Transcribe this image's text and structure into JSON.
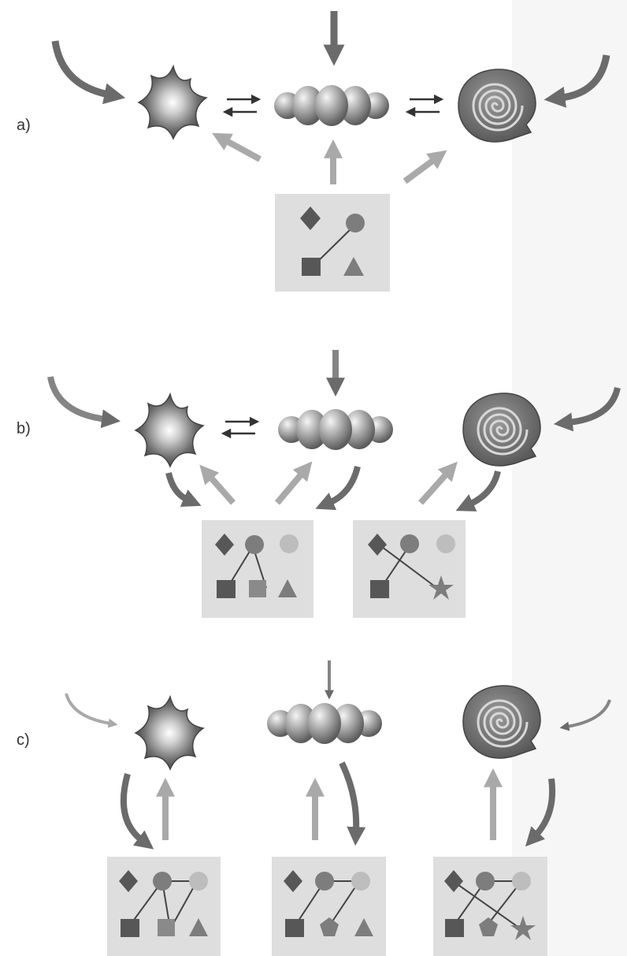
{
  "panels": [
    {
      "id": "a",
      "label": "a)"
    },
    {
      "id": "b",
      "label": "b)"
    },
    {
      "id": "c",
      "label": "c)"
    }
  ],
  "colors": {
    "arrow_dark": "#6b6b6b",
    "arrow_light": "#a9a9a9",
    "box_fill": "#dedede",
    "shape_dark": "#575757",
    "shape_mid": "#7d7d7d",
    "shape_light": "#a5a5a5",
    "background": "#ffffff"
  },
  "icons": [
    "star-protein-icon",
    "oligomer-protein-icon",
    "spiral-shell-protein-icon",
    "diamond-icon",
    "circle-icon",
    "square-icon",
    "triangle-icon",
    "pentagon-icon",
    "small-star-icon"
  ]
}
